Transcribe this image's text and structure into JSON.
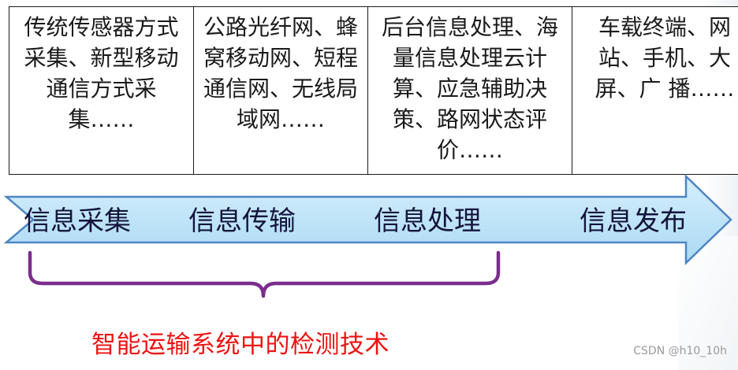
{
  "table": {
    "cells": [
      "传统传感器方式采集、新型移动通信方式采集……",
      "公路光纤网、蜂窝移动网、短程通信网、无线局域网……",
      "后台信息处理、海量信息处理云计算、应急辅助决策、路网状态评价……",
      "车载终端、网站、手机、大屏、广 播……"
    ]
  },
  "flow": {
    "stages": [
      "信息采集",
      "信息传输",
      "信息处理",
      "信息发布"
    ]
  },
  "bracket": {
    "caption": "智能运输系统中的检测技术"
  },
  "watermark": "CSDN @h10_10h",
  "colors": {
    "arrow_fill": "#bfe4f8",
    "arrow_stroke": "#4f86c2",
    "bracket": "#7a2d8c",
    "caption": "#ee1111"
  }
}
